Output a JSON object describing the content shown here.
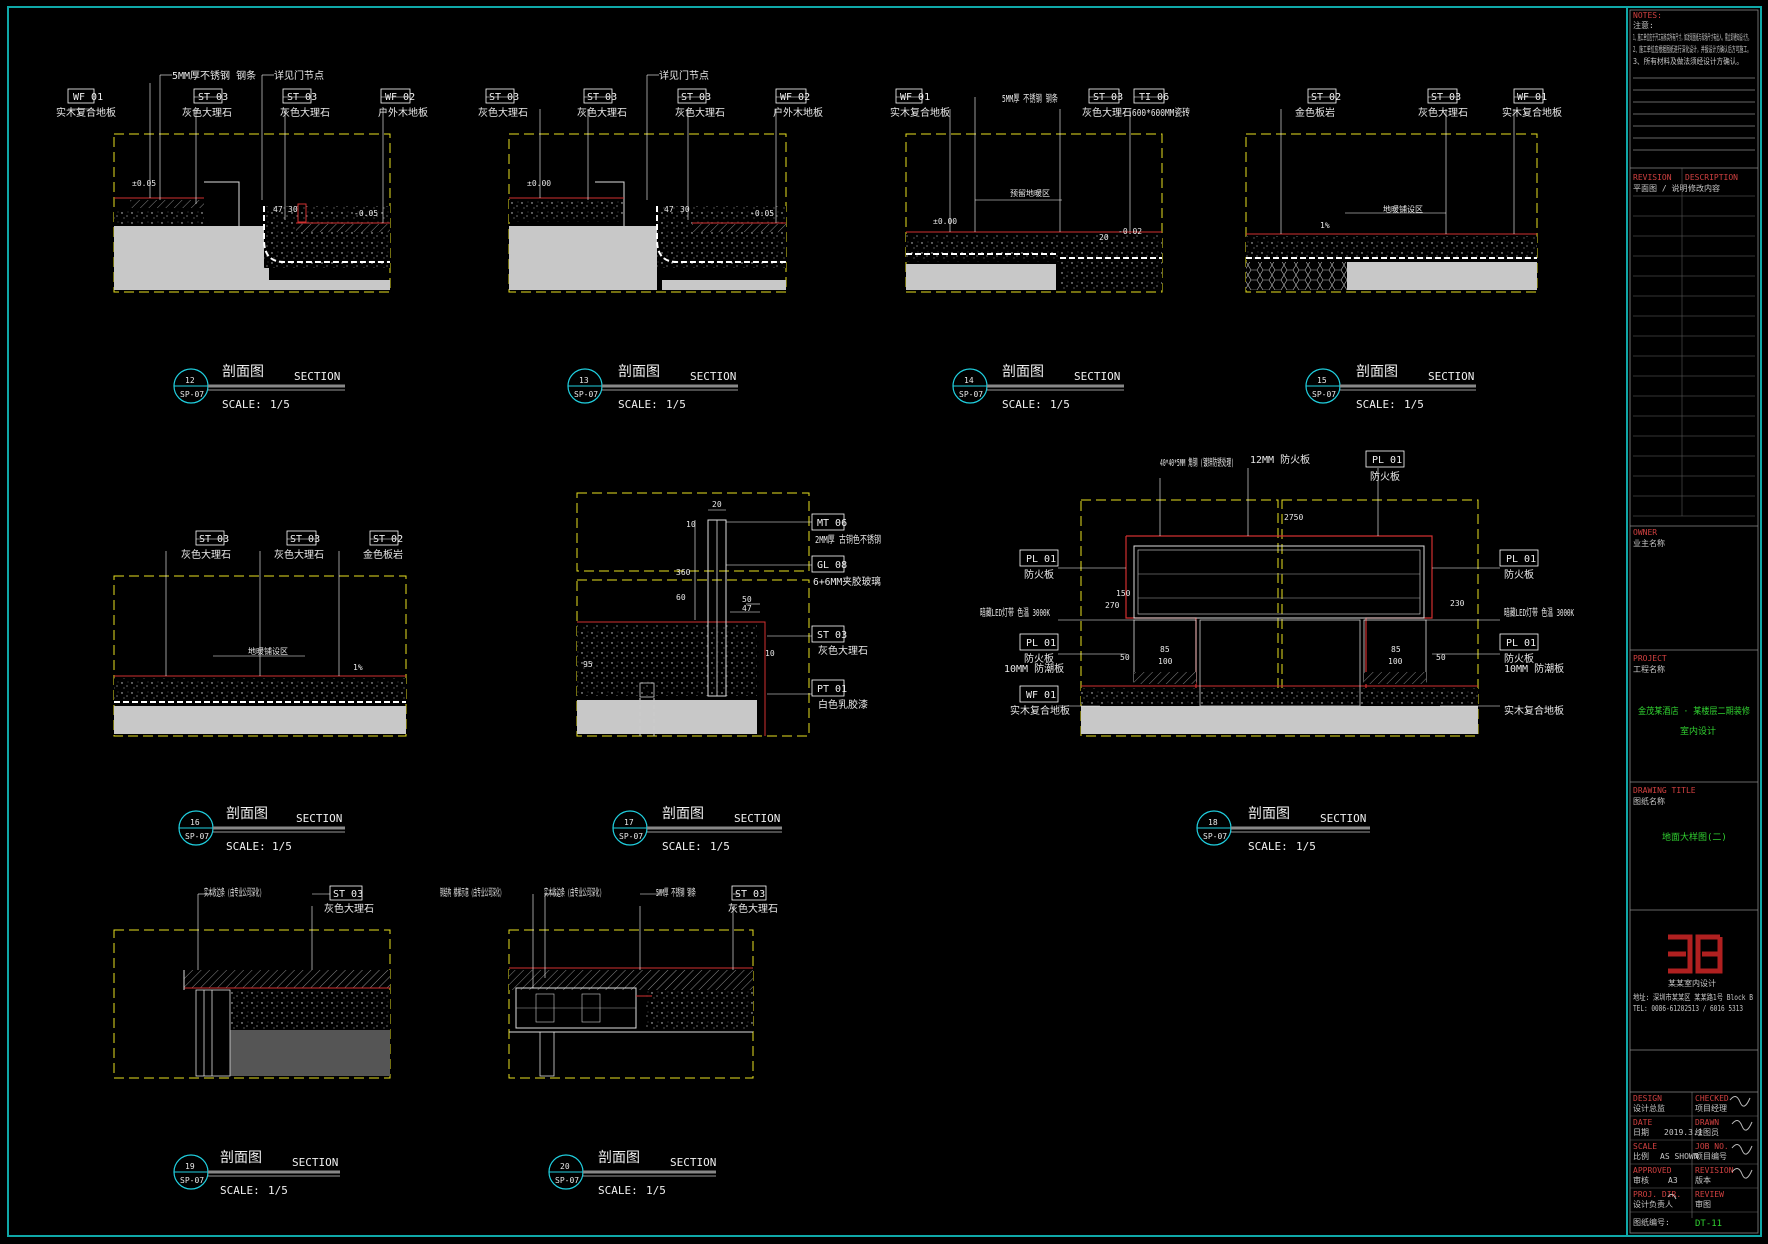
{
  "title_block": {
    "notes_head": "NOTES:",
    "notes_sub": "注意:",
    "notes": [
      "1、施工单位应于开工前核实所有尺寸，如发现图纸与现场尺寸有出入，需立即通知设计方。",
      "2、施工单位应根据图纸进行深化设计，并报设计方确认后方可施工。",
      "3、所有材料及做法须经设计方确认。"
    ],
    "revision_head_1": "REVISION",
    "revision_head_2": "DESCRIPTION",
    "revision_row_1": "平面图 / 说明",
    "revision_row_2": "修改内容",
    "owner_head": "OWNER",
    "owner": "业主名称",
    "project_head": "PROJECT",
    "project_sub": "工程名称",
    "project_name": "金茂某酒店 · 某楼层二期装修",
    "project_type": "室内设计",
    "drawing_title_head": "DRAWING TITLE",
    "drawing_title_sub": "图纸名称",
    "drawing_title": "地面大样图(二)",
    "company": "某某室内设计",
    "company_addr": "地址: 深圳市某某区 某某路1号 Block B",
    "company_tel": "TEL: 0086-61202513 / 6016 5313",
    "sign_rows": [
      {
        "l_en": "DESIGN",
        "l_cn": "设计总监",
        "r_en": "CHECKED",
        "r_cn": "项目经理"
      },
      {
        "l_en": "DATE",
        "l_cn": "日期",
        "l_val": "2019.3.1",
        "r_en": "DRAWN",
        "r_cn": "绘图员"
      },
      {
        "l_en": "SCALE",
        "l_cn": "比例",
        "l_val": "AS SHOWN",
        "r_en": "JOB NO.",
        "r_cn": "项目编号"
      },
      {
        "l_en": "APPROVED",
        "l_cn": "审核",
        "l_val": "A3",
        "r_en": "REVISION",
        "r_cn": "版本"
      },
      {
        "l_en": "PROJ. DIR.",
        "l_cn": "设计负责人",
        "r_en": "REVIEW",
        "r_cn": "审图"
      }
    ],
    "drawing_no_label": "图纸编号:",
    "drawing_no": "DT-11"
  },
  "sections": [
    {
      "num": "12",
      "ref": "SP-07",
      "title_cn": "剖面图",
      "title_en": "SECTION",
      "scale_label": "SCALE:",
      "scale": "1/5"
    },
    {
      "num": "13",
      "ref": "SP-07",
      "title_cn": "剖面图",
      "title_en": "SECTION",
      "scale_label": "SCALE:",
      "scale": "1/5"
    },
    {
      "num": "14",
      "ref": "SP-07",
      "title_cn": "剖面图",
      "title_en": "SECTION",
      "scale_label": "SCALE:",
      "scale": "1/5"
    },
    {
      "num": "15",
      "ref": "SP-07",
      "title_cn": "剖面图",
      "title_en": "SECTION",
      "scale_label": "SCALE:",
      "scale": "1/5"
    },
    {
      "num": "16",
      "ref": "SP-07",
      "title_cn": "剖面图",
      "title_en": "SECTION",
      "scale_label": "SCALE:",
      "scale": "1/5"
    },
    {
      "num": "17",
      "ref": "SP-07",
      "title_cn": "剖面图",
      "title_en": "SECTION",
      "scale_label": "SCALE:",
      "scale": "1/5"
    },
    {
      "num": "18",
      "ref": "SP-07",
      "title_cn": "剖面图",
      "title_en": "SECTION",
      "scale_label": "SCALE:",
      "scale": "1/5"
    },
    {
      "num": "19",
      "ref": "SP-07",
      "title_cn": "剖面图",
      "title_en": "SECTION",
      "scale_label": "SCALE:",
      "scale": "1/5"
    },
    {
      "num": "20",
      "ref": "SP-07",
      "title_cn": "剖面图",
      "title_en": "SECTION",
      "scale_label": "SCALE:",
      "scale": "1/5"
    }
  ],
  "callouts": {
    "s12": [
      {
        "code": "WF 01",
        "desc": "实木复合地板"
      },
      {
        "code": "",
        "desc": "5MM厚不锈钢 钢条"
      },
      {
        "code": "ST 03",
        "desc": "灰色大理石"
      },
      {
        "code": "",
        "desc": "详见门节点"
      },
      {
        "code": "ST 03",
        "desc": "灰色大理石"
      },
      {
        "code": "WF 02",
        "desc": "户外木地板"
      }
    ],
    "s13": [
      {
        "code": "ST 03",
        "desc": "灰色大理石"
      },
      {
        "code": "ST 03",
        "desc": "灰色大理石"
      },
      {
        "code": "",
        "desc": "详见门节点"
      },
      {
        "code": "ST 03",
        "desc": "灰色大理石"
      },
      {
        "code": "WF 02",
        "desc": "户外木地板"
      }
    ],
    "s14": [
      {
        "code": "WF 01",
        "desc": "实木复合地板"
      },
      {
        "code": "",
        "desc": "5MM厚 不锈钢 钢条"
      },
      {
        "code": "ST 03",
        "desc": "灰色大理石"
      },
      {
        "code": "TI 06",
        "desc": "600*600MM瓷砖"
      }
    ],
    "s15": [
      {
        "code": "ST 02",
        "desc": "金色板岩"
      },
      {
        "code": "ST 03",
        "desc": "灰色大理石"
      },
      {
        "code": "WF 01",
        "desc": "实木复合地板"
      }
    ],
    "s16": [
      {
        "code": "ST 03",
        "desc": "灰色大理石"
      },
      {
        "code": "ST 03",
        "desc": "灰色大理石"
      },
      {
        "code": "ST 02",
        "desc": "金色板岩"
      }
    ],
    "s17": [
      {
        "code": "MT 06",
        "desc": "2MM厚 古铜色不锈钢"
      },
      {
        "code": "GL 08",
        "desc": "6+6MM夹胶玻璃"
      },
      {
        "code": "ST 03",
        "desc": "灰色大理石"
      },
      {
        "code": "PT 01",
        "desc": "白色乳胶漆"
      }
    ],
    "s18": [
      {
        "code": "",
        "desc": "40*40*5MM 角钢 (镀锌防锈处理)"
      },
      {
        "code": "",
        "desc": "12MM 防火板"
      },
      {
        "code": "PL 01",
        "desc": "防火板"
      },
      {
        "code": "PL 01",
        "desc": "防火板"
      },
      {
        "code": "PL 01",
        "desc": "防火板"
      },
      {
        "code": "PL 01",
        "desc": "防火板"
      },
      {
        "code": "PL 01",
        "desc": "防火板"
      },
      {
        "code": "WF 01",
        "desc": "实木复合地板"
      }
    ],
    "s18_extra": {
      "led_left": "暗藏LED灯带 色温 3000K",
      "led_right": "暗藏LED灯带 色温 3000K",
      "plywood_left": "10MM 防潮板",
      "plywood_right": "10MM 防潮板",
      "wf_right": "实木复合地板",
      "dim_top": "2750"
    },
    "s19": [
      {
        "code": "",
        "desc": "实木收边条 (由专业公司深化)"
      },
      {
        "code": "ST 03",
        "desc": "灰色大理石"
      }
    ],
    "s20": [
      {
        "code": "",
        "desc": "钢结构 楼梯示意 (由专业公司深化)"
      },
      {
        "code": "",
        "desc": "实木收边条 (由专业公司深化)"
      },
      {
        "code": "",
        "desc": "5MM厚 不锈钢 钢条"
      },
      {
        "code": "ST 03",
        "desc": "灰色大理石"
      }
    ]
  },
  "dims": {
    "s12": [
      "±0.05",
      "-0.05",
      "47",
      "30"
    ],
    "s13": [
      "±0.00",
      "-0.05",
      "47",
      "30"
    ],
    "s14": [
      "±0.00",
      "-0.02",
      "20",
      "预留地暖区"
    ],
    "s15": [
      "1%",
      "地暖铺设区"
    ],
    "s16": [
      "地暖铺设区",
      "1%"
    ],
    "s17": [
      "20",
      "10",
      "50",
      "47",
      "10",
      "95",
      "360",
      "60"
    ],
    "s18": [
      "270",
      "85",
      "100",
      "150",
      "50",
      "85",
      "100",
      "50",
      "230"
    ]
  },
  "colors": {
    "frame": "#0fa8a8",
    "yellow": "#e8e020",
    "red": "#d03030",
    "white": "#f0f0f0",
    "grey": "#c8c8c8",
    "cyan": "#20d0e0"
  }
}
